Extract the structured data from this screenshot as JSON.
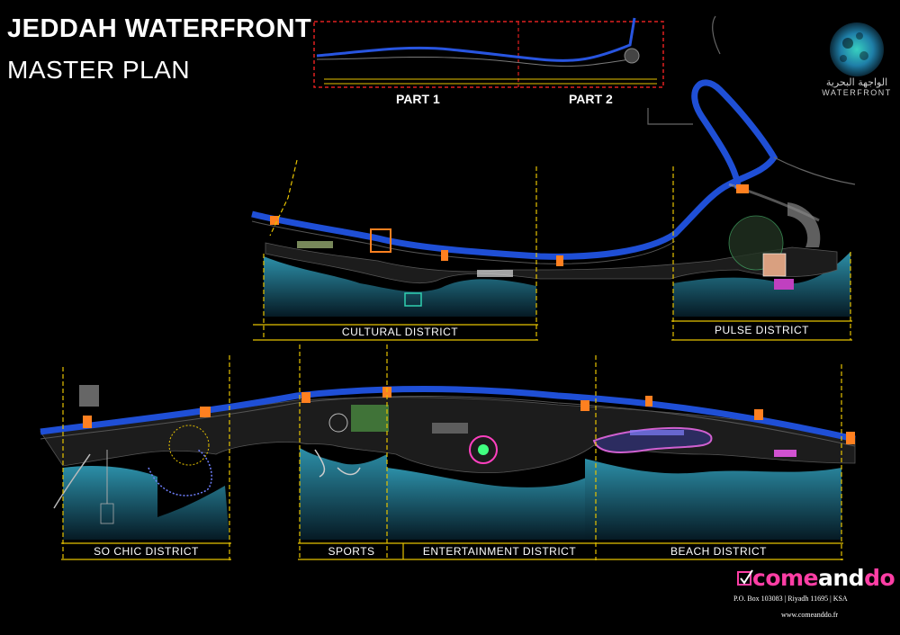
{
  "title": {
    "line1": "JEDDAH WATERFRONT",
    "line2": "MASTER PLAN"
  },
  "keymap": {
    "part1_label": "PART 1",
    "part2_label": "PART 2"
  },
  "districts": {
    "cultural": "CULTURAL DISTRICT",
    "pulse": "PULSE DISTRICT",
    "so_chic": "SO CHIC DISTRICT",
    "sports": "SPORTS",
    "entertainment": "ENTERTAINMENT DISTRICT",
    "beach": "BEACH DISTRICT"
  },
  "logo": {
    "arabic": "الواجهة البحرية",
    "english": "WATERFRONT"
  },
  "brand": {
    "name_part1": "come",
    "name_part2": "and",
    "name_part3": "do",
    "address": "P.O. Box 103083 | Riyadh 11695 | KSA",
    "website": "www.comeanddo.fr"
  },
  "colors": {
    "sea": "#1e6f86",
    "road": "#1f4fd6",
    "boundary": "#e6c200",
    "keymap_frame": "#e02020",
    "brand": "#ff3ea5"
  }
}
